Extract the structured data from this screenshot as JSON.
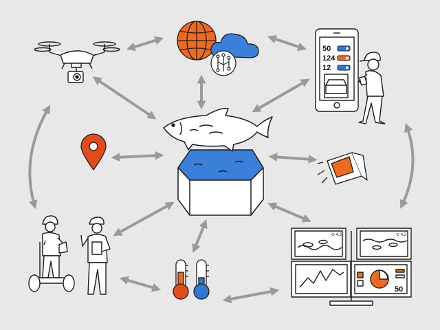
{
  "colors": {
    "background": "#e8e8e8",
    "arrow": "#9a9a9a",
    "line": "#1c1c1c",
    "water": "#3a7fd9",
    "orange": "#f06a1d",
    "red": "#e44b1b",
    "blue": "#2f78d6",
    "panel_bg": "#ffffff"
  },
  "phone_readouts": [
    {
      "value": "50",
      "bar": "blue"
    },
    {
      "value": "124",
      "bar": "orange"
    },
    {
      "value": "12",
      "bar": "blue"
    }
  ],
  "monitor": {
    "gauge_value": "50",
    "small_label_left": "⊙ 4.2",
    "small_label_right": "⊙ 4.2"
  },
  "nodes": [
    {
      "name": "fish-tank",
      "icon": "fish-tank-icon"
    },
    {
      "name": "drone",
      "icon": "drone-icon"
    },
    {
      "name": "cloud-globe",
      "icon": "globe-cloud-icon"
    },
    {
      "name": "smartphone-worker",
      "icon": "smartphone-icon"
    },
    {
      "name": "location-pin",
      "icon": "map-pin-icon"
    },
    {
      "name": "camera-sensor",
      "icon": "camera-icon"
    },
    {
      "name": "inspectors",
      "icon": "inspector-people-icon"
    },
    {
      "name": "thermometers",
      "icon": "thermometer-icon"
    },
    {
      "name": "monitoring-screens",
      "icon": "monitor-icon"
    }
  ]
}
